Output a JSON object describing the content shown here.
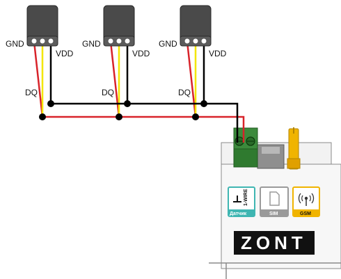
{
  "colors": {
    "gnd_wire": "#d8232a",
    "dq_wire": "#f3e600",
    "vdd_wire": "#000000",
    "sensor_body": "#4a4a4a",
    "terminal_green": "#3c8a3c",
    "gsm_antenna": "#f0b400",
    "sensor_badge": "#3fb6b2",
    "sim_badge": "#9a9a9a",
    "gsm_badge": "#f0b400"
  },
  "sensors": [
    {
      "gnd_label": "GND",
      "vdd_label": "VDD",
      "dq_label": "DQ"
    },
    {
      "gnd_label": "GND",
      "vdd_label": "VDD",
      "dq_label": "DQ"
    },
    {
      "gnd_label": "GND",
      "vdd_label": "VDD",
      "dq_label": "DQ"
    }
  ],
  "device": {
    "ports": {
      "sensor_label": "Датчик",
      "wire_label": "1-WIRE",
      "sim_label": "SIM",
      "gsm_label": "GSM"
    },
    "logo": "ZONT",
    "icons": [
      "ground-icon",
      "sim-card-icon",
      "wireless-signal-icon",
      "antenna-icon"
    ]
  }
}
